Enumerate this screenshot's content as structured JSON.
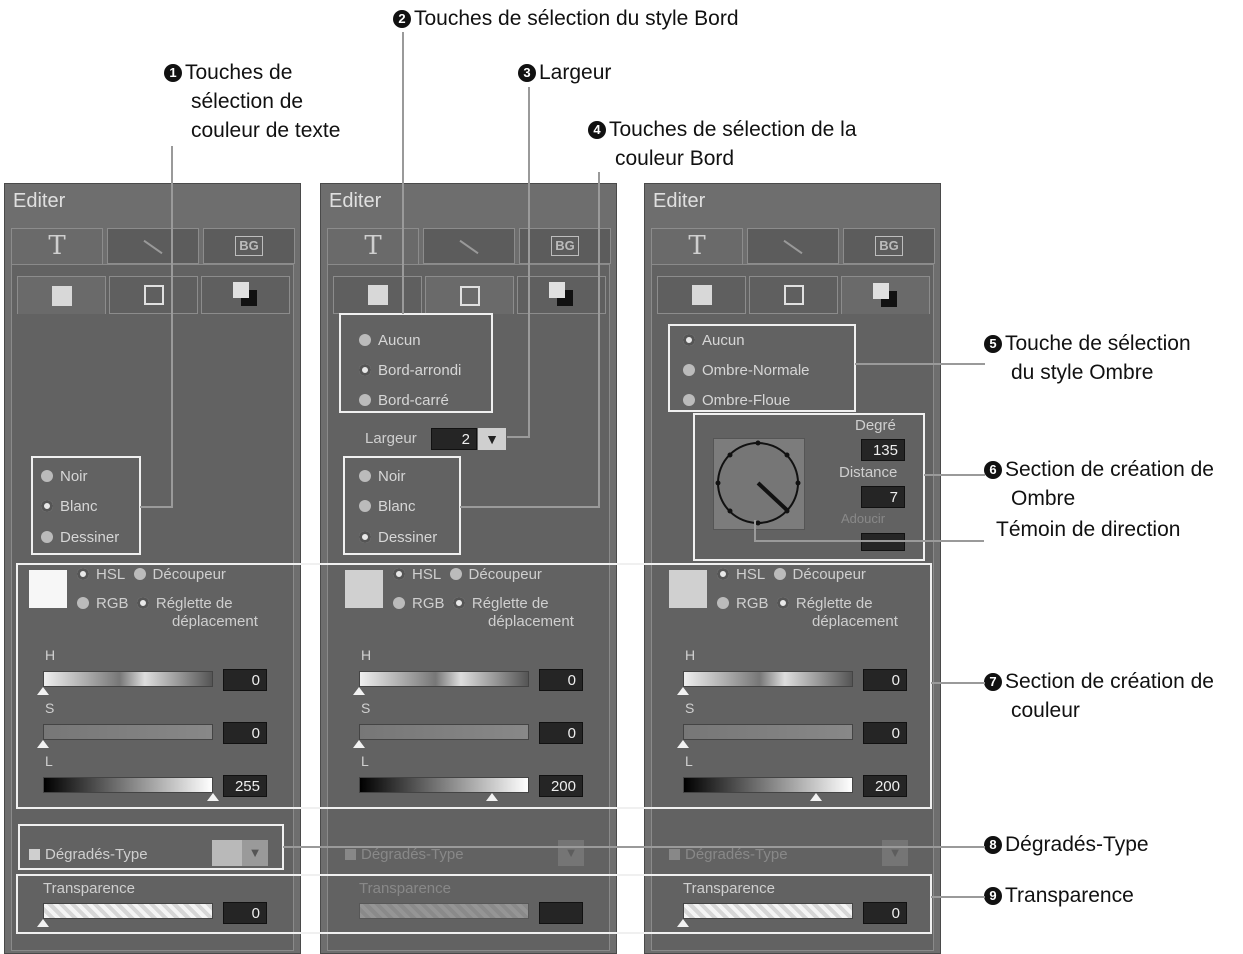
{
  "callouts": {
    "c1": {
      "num": "1",
      "lines": [
        "Touches de",
        "sélection de",
        "couleur de texte"
      ]
    },
    "c2": {
      "num": "2",
      "text": "Touches de sélection du style Bord"
    },
    "c3": {
      "num": "3",
      "text": "Largeur"
    },
    "c4": {
      "num": "4",
      "lines": [
        "Touches de sélection de la",
        "couleur Bord"
      ]
    },
    "c5": {
      "num": "5",
      "lines": [
        "Touche de sélection",
        "du style Ombre"
      ]
    },
    "c6": {
      "num": "6",
      "lines": [
        "Section de création de",
        "Ombre"
      ]
    },
    "c6b": {
      "text": "Témoin de direction"
    },
    "c7": {
      "num": "7",
      "lines": [
        "Section de création de",
        "couleur"
      ]
    },
    "c8": {
      "num": "8",
      "text": "Dégradés-Type"
    },
    "c9": {
      "num": "9",
      "text": "Transparence"
    }
  },
  "panel": {
    "title": "Editer",
    "tab_t": "T",
    "tab_bg": "BG"
  },
  "text_color": {
    "options": [
      "Noir",
      "Blanc",
      "Dessiner"
    ]
  },
  "border_style": {
    "options": [
      "Aucun",
      "Bord-arrondi",
      "Bord-carré"
    ]
  },
  "width": {
    "label": "Largeur",
    "value": "2",
    "arrow": "▼"
  },
  "shadow_style": {
    "options": [
      "Aucun",
      "Ombre-Normale",
      "Ombre-Floue"
    ]
  },
  "shadow_section": {
    "degree_label": "Degré",
    "degree_value": "135",
    "distance_label": "Distance",
    "distance_value": "7",
    "extra_label": "Adoucir"
  },
  "color": {
    "mode_hsl": "HSL",
    "mode_rgb": "RGB",
    "picker_1": "Découpeur",
    "picker_2": "Réglette de",
    "picker_3": "déplacement",
    "h": "H",
    "s": "S",
    "l": "L",
    "p1": {
      "h_value": "0",
      "s_value": "0",
      "l_value": "255",
      "l_level": 1.0,
      "swatch": "#f7f7f7"
    },
    "p2": {
      "h_value": "0",
      "s_value": "0",
      "l_value": "200",
      "l_level": 0.78,
      "swatch": "#d0d0d0"
    },
    "p3": {
      "h_value": "0",
      "s_value": "0",
      "l_value": "200",
      "l_level": 0.78,
      "swatch": "#d0d0d0"
    }
  },
  "gradient": {
    "label": "Dégradés-Type",
    "arrow": "▼"
  },
  "transparency": {
    "label": "Transparence",
    "value": "0"
  }
}
